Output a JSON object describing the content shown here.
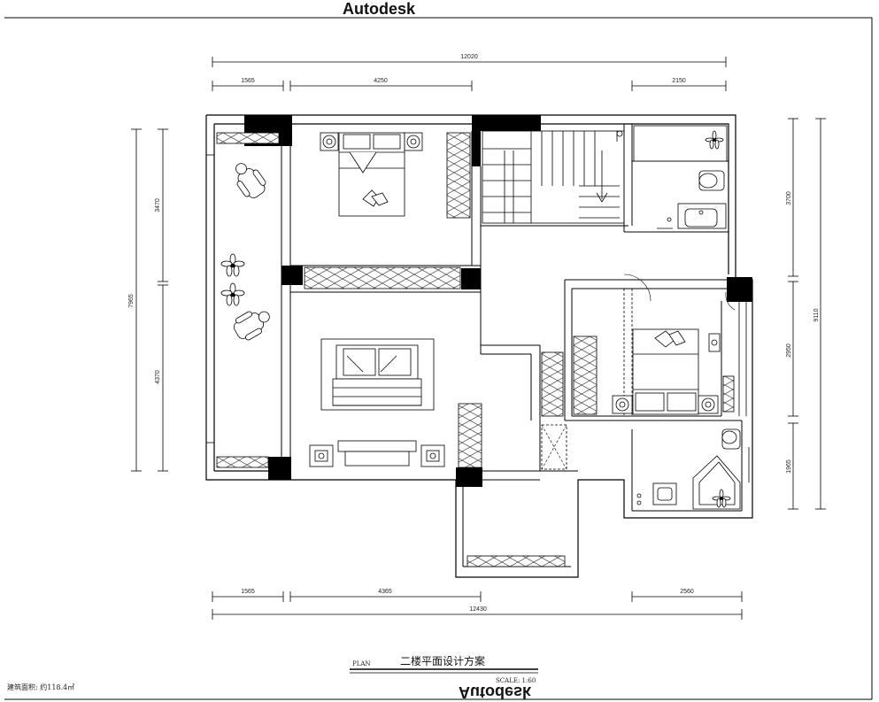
{
  "watermark_top": "Autodesk",
  "watermark_bottom": "Autodesk",
  "dims": {
    "top_total": "12020",
    "top_seg1": "1565",
    "top_seg2": "4250",
    "top_seg3": "2150",
    "bottom_total": "12430",
    "bottom_seg1": "1565",
    "bottom_seg2": "4365",
    "bottom_seg3": "2560",
    "left_total": "7965",
    "left_seg1": "3470",
    "left_seg2": "4370",
    "right_total": "9110",
    "right_seg1": "3700",
    "right_seg2": "2950",
    "right_seg3": "1965"
  },
  "title_block": {
    "plan_label": "PLAN",
    "title": "二楼平面设计方案",
    "scale": "SCALE: 1:60"
  },
  "area_note": "建筑面积: 约118.4㎡"
}
